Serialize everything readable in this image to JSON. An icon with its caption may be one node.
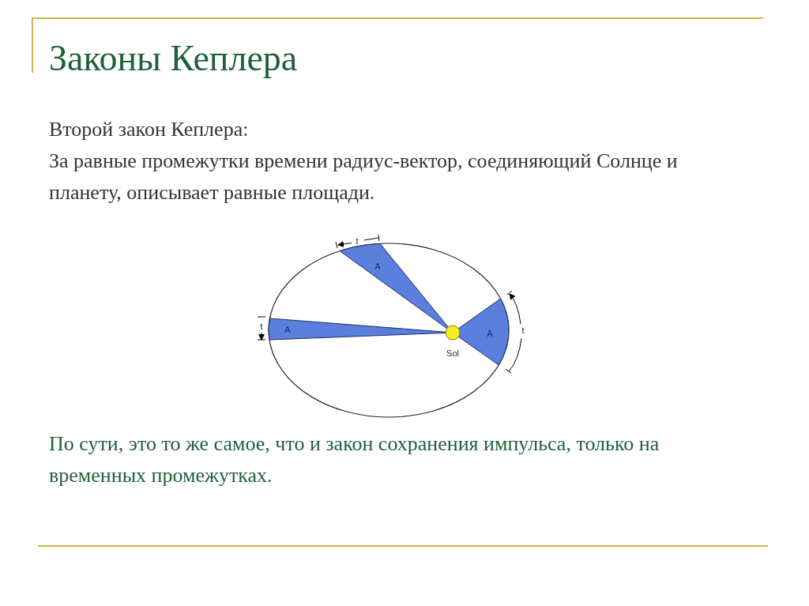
{
  "diagram": {
    "title": "Законы Кеплера",
    "labels": [
      "Второй закон Кеплера:",
      "За равные промежутки времени радиус-вектор, соединяющий Солнце и планету, описывает равные площади.",
      "t",
      "A",
      "t",
      "A",
      "A",
      "Sol",
      "t",
      "По сути, это то же самое, что и закон сохранения импульса, только на временных промежутках."
    ]
  }
}
